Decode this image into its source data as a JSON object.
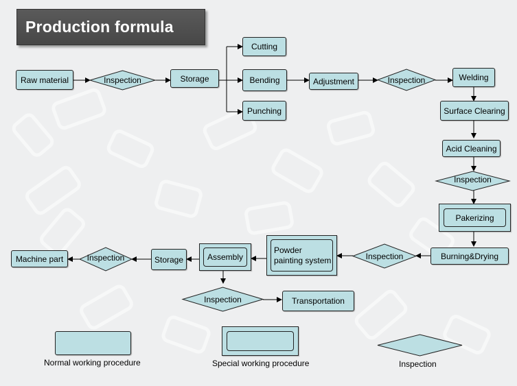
{
  "title": "Production formula",
  "colors": {
    "box_fill": "#bcdfe3",
    "title_bg": "#4d4d4d",
    "title_text": "#ffffff"
  },
  "nodes": {
    "raw_material": "Raw material",
    "inspection_1": "Inspection",
    "storage_1": "Storage",
    "cutting": "Cutting",
    "bending": "Bending",
    "punching": "Punching",
    "adjustment": "Adjustment",
    "inspection_2": "Inspection",
    "welding": "Welding",
    "surface_clearing": "Surface Clearing",
    "acid_cleaning": "Acid Cleaning",
    "inspection_3": "Inspection",
    "pakerizing": "Pakerizing",
    "burning_drying": "Burning&Drying",
    "inspection_4": "Inspection",
    "powder_painting": "Powder painting system",
    "assembly": "Assembly",
    "storage_2": "Storage",
    "inspection_5": "Inspection",
    "machine_part": "Machine part",
    "inspection_6": "Inspection",
    "transportation": "Transportation"
  },
  "legend": {
    "normal": "Normal working procedure",
    "special": "Special working procedure",
    "inspection": "Inspection"
  }
}
